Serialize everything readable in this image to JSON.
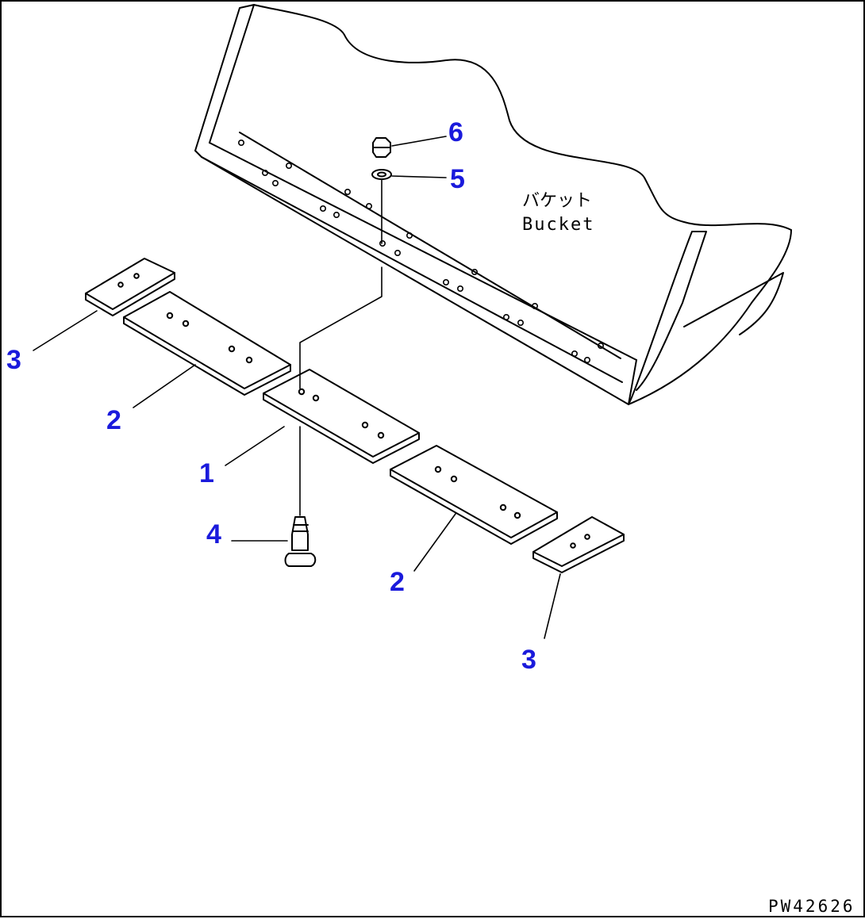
{
  "callouts": {
    "c1": "1",
    "c2a": "2",
    "c2b": "2",
    "c3a": "3",
    "c3b": "3",
    "c4": "4",
    "c5": "5",
    "c6": "6"
  },
  "labels": {
    "bucket_jp": "バケット",
    "bucket_en": "Bucket"
  },
  "drawing_code": "PW42626",
  "colors": {
    "callout": "#1a1adc",
    "line": "#000000"
  }
}
